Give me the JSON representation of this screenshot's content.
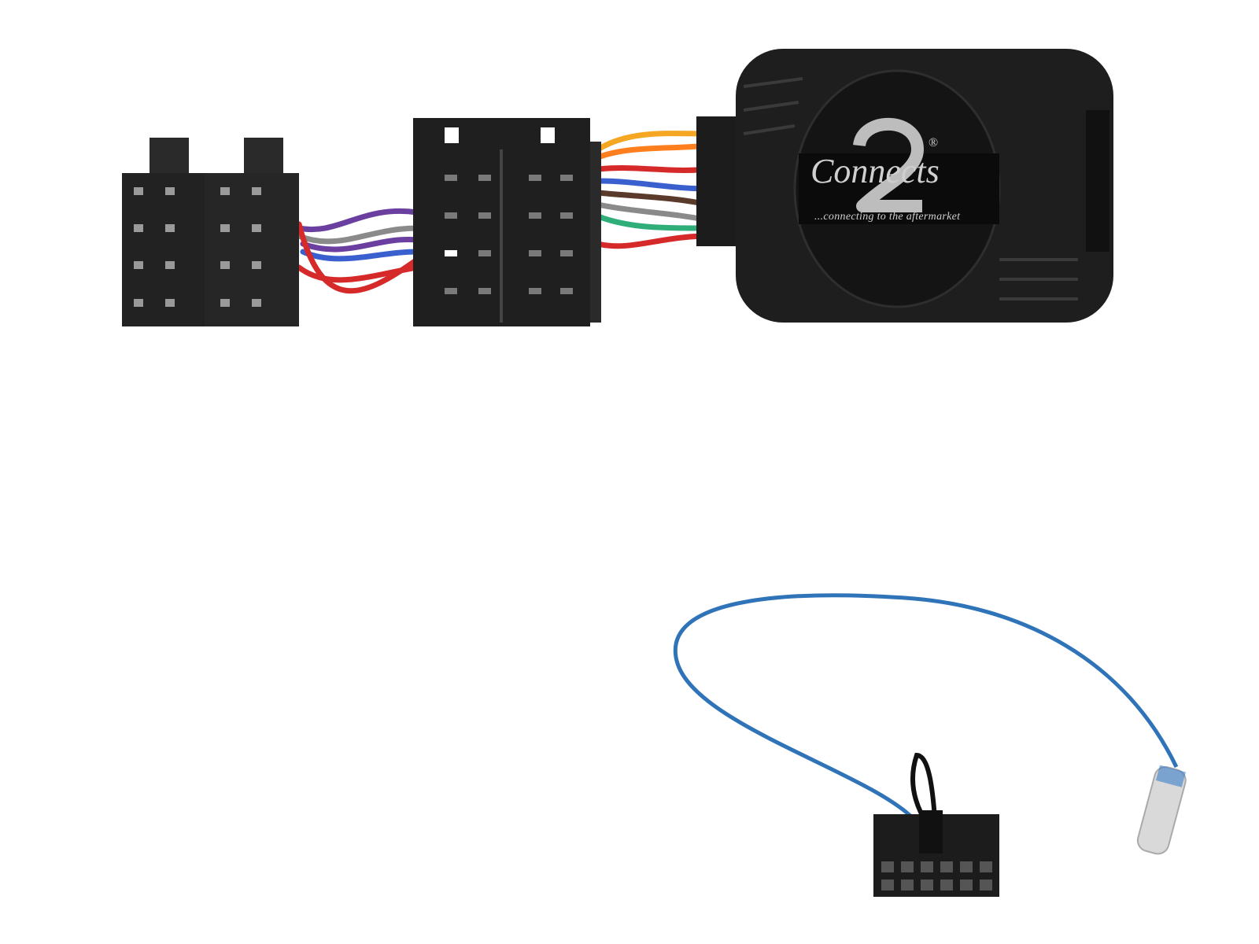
{
  "product": {
    "logo": {
      "brand": "Connects",
      "numeral": "2",
      "registered": "®"
    },
    "tagline": "...connecting to the aftermarket"
  },
  "colors": {
    "housing": "#1e1e1e",
    "connector": "#222222",
    "antenna_wire": "#2f73b8",
    "wires": [
      "#f5a623",
      "#ff7f1e",
      "#d62a2a",
      "#6a3fa0",
      "#3a5fcf",
      "#8a8a8a",
      "#2fae7a",
      "#ffffff",
      "#5a3a2a"
    ]
  }
}
